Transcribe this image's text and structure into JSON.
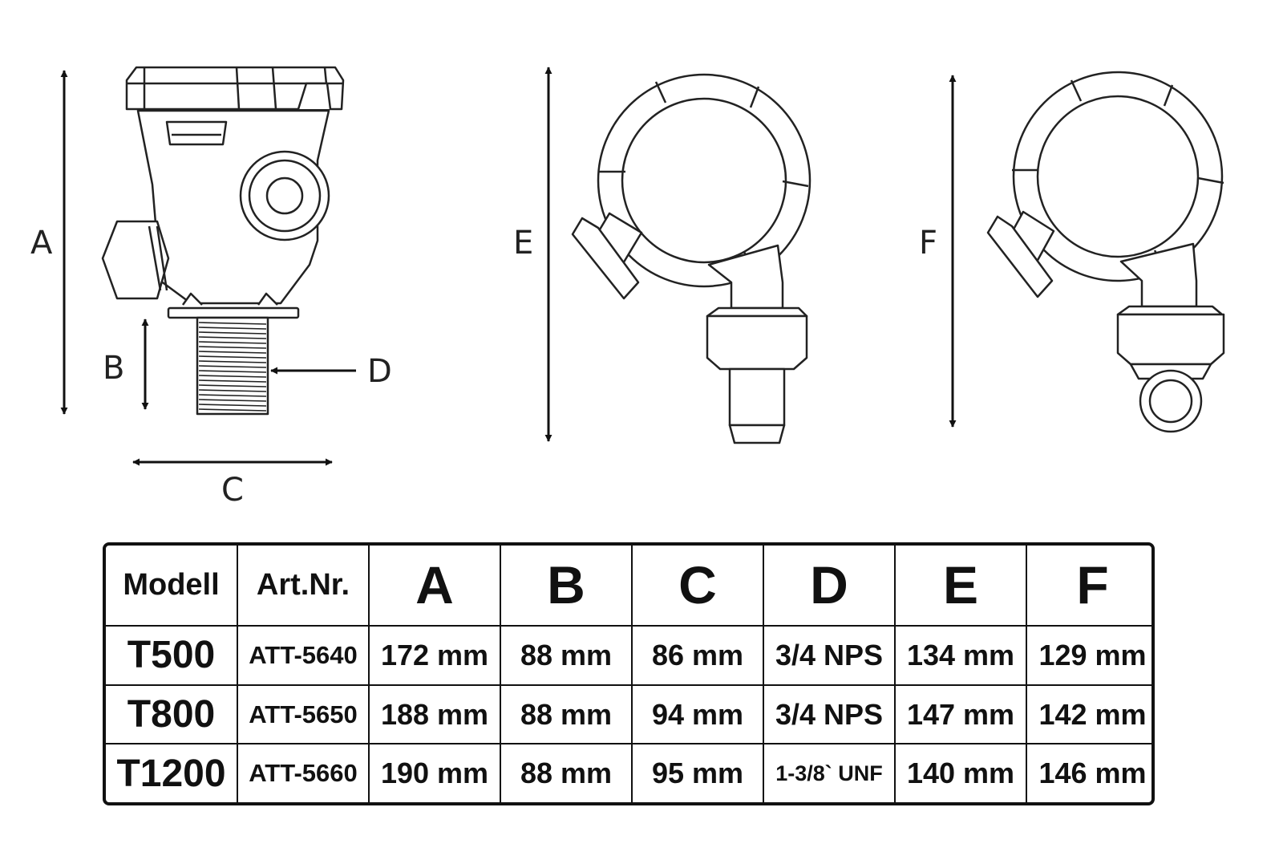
{
  "dimension_labels": {
    "a": "A",
    "b": "B",
    "c": "C",
    "d": "D",
    "e": "E",
    "f": "F"
  },
  "table": {
    "headers": [
      "Modell",
      "Art.Nr.",
      "A",
      "B",
      "C",
      "D",
      "E",
      "F"
    ],
    "rows": [
      [
        "T500",
        "ATT-5640",
        "172 mm",
        "88 mm",
        "86 mm",
        "3/4 NPS",
        "134 mm",
        "129 mm"
      ],
      [
        "T800",
        "ATT-5650",
        "188 mm",
        "88 mm",
        "94 mm",
        "3/4 NPS",
        "147 mm",
        "142 mm"
      ],
      [
        "T1200",
        "ATT-5660",
        "190 mm",
        "88 mm",
        "95 mm",
        "1-3/8` UNF",
        "140 mm",
        "146 mm"
      ]
    ]
  }
}
